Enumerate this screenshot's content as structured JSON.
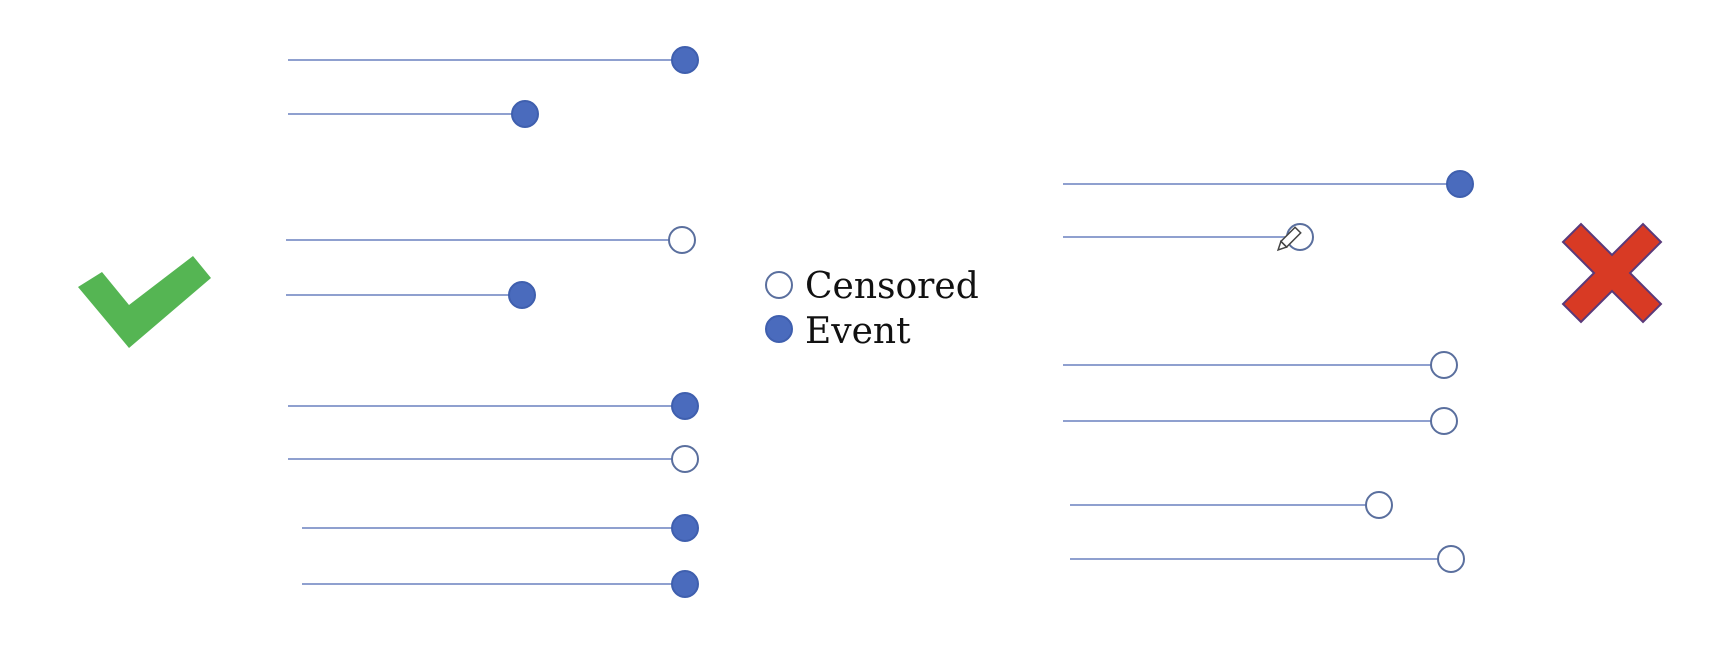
{
  "colors": {
    "line": "#8fa0cf",
    "event_fill": "#4a6bbd",
    "event_stroke": "#3f5fae",
    "censored_fill": "#ffffff",
    "censored_stroke": "#5a6f9e",
    "check": "#55b553",
    "cross_fill": "#d83a24",
    "cross_stroke": "#5a3a7a"
  },
  "icons": {
    "left_mark": "checkmark-icon",
    "right_mark": "cross-icon",
    "cursor": "pencil-cursor-icon"
  },
  "legend": {
    "censored_label": "Censored",
    "event_label": "Event"
  },
  "left_group": {
    "subjects": [
      {
        "status": "event"
      },
      {
        "status": "event"
      },
      {
        "status": "censored"
      },
      {
        "status": "event"
      },
      {
        "status": "event"
      },
      {
        "status": "censored"
      },
      {
        "status": "event"
      },
      {
        "status": "event"
      }
    ]
  },
  "right_group": {
    "subjects": [
      {
        "status": "event"
      },
      {
        "status": "censored"
      },
      {
        "status": "censored"
      },
      {
        "status": "censored"
      },
      {
        "status": "censored"
      },
      {
        "status": "censored"
      }
    ]
  }
}
